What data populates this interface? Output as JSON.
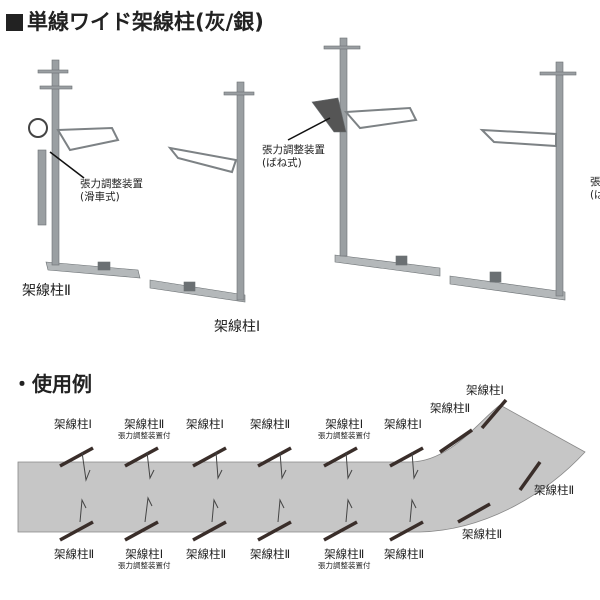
{
  "header": {
    "title": "単線ワイド架線柱(灰/銀)"
  },
  "products": {
    "pole_ii_label": "架線柱Ⅱ",
    "pole_i_label": "架線柱Ⅰ",
    "tensioner_pulley": [
      "張力調整装置",
      "(滑車式)"
    ],
    "tensioner_spring": [
      "張力調整装置",
      "(ばね式)"
    ],
    "tensioner_cut": [
      "張",
      "(ば"
    ]
  },
  "usage": {
    "heading": "・使用例",
    "top_labels": [
      {
        "name": "架線柱Ⅰ",
        "sub": ""
      },
      {
        "name": "架線柱Ⅱ",
        "sub": "張力調整装置付"
      },
      {
        "name": "架線柱Ⅰ",
        "sub": ""
      },
      {
        "name": "架線柱Ⅱ",
        "sub": ""
      },
      {
        "name": "架線柱Ⅰ",
        "sub": "張力調整装置付"
      },
      {
        "name": "架線柱Ⅰ",
        "sub": ""
      }
    ],
    "bottom_labels": [
      {
        "name": "架線柱Ⅱ",
        "sub": ""
      },
      {
        "name": "架線柱Ⅰ",
        "sub": "張力調整装置付"
      },
      {
        "name": "架線柱Ⅱ",
        "sub": ""
      },
      {
        "name": "架線柱Ⅱ",
        "sub": ""
      },
      {
        "name": "架線柱Ⅱ",
        "sub": "張力調整装置付"
      },
      {
        "name": "架線柱Ⅱ",
        "sub": ""
      }
    ],
    "curve_labels": [
      "架線柱Ⅰ",
      "架線柱Ⅱ",
      "架線柱Ⅱ",
      "架線柱Ⅱ"
    ]
  },
  "colors": {
    "pole": "#8e9396",
    "track_band": "#c6c6c6",
    "bar": "#3a2e2a"
  }
}
